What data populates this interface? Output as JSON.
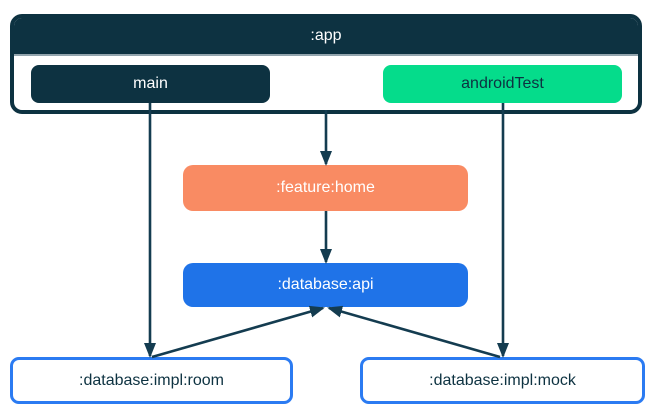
{
  "diagram": {
    "app_module": {
      "label": ":app",
      "source_sets": [
        {
          "id": "main",
          "label": "main",
          "fill": "navy"
        },
        {
          "id": "androidTest",
          "label": "androidTest",
          "fill": "green"
        }
      ]
    },
    "modules": [
      {
        "id": "feature_home",
        "label": ":feature:home",
        "fill": "coral"
      },
      {
        "id": "database_api",
        "label": ":database:api",
        "fill": "blue"
      },
      {
        "id": "database_impl_room",
        "label": ":database:impl:room",
        "fill": "white-outlined"
      },
      {
        "id": "database_impl_mock",
        "label": ":database:impl:mock",
        "fill": "white-outlined"
      }
    ],
    "edges": [
      {
        "from": "main",
        "to": "database_impl_room"
      },
      {
        "from": ":app",
        "to": ":feature:home"
      },
      {
        "from": "androidTest",
        "to": "database_impl_mock"
      },
      {
        "from": ":feature:home",
        "to": ":database:api"
      },
      {
        "from": ":database:impl:room",
        "to": ":database:api"
      },
      {
        "from": ":database:impl:mock",
        "to": ":database:api"
      }
    ]
  },
  "colors": {
    "navy": "#0d3241",
    "green": "#05dc8b",
    "coral": "#f98b63",
    "blue": "#1f73e8",
    "outline-blue": "#2b7bf2",
    "arrow": "#143c50",
    "separator": "#93a5ae"
  }
}
